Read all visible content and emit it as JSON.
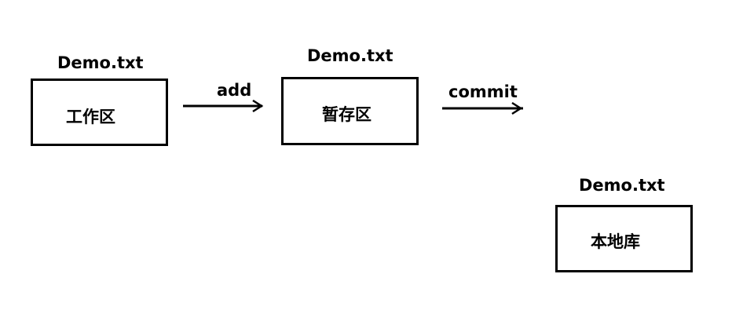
{
  "nodes": [
    {
      "file_label": "Demo.txt",
      "area_label": "工作区"
    },
    {
      "file_label": "Demo.txt",
      "area_label": "暂存区"
    },
    {
      "file_label": "Demo.txt",
      "area_label": "本地库"
    }
  ],
  "edges": [
    {
      "label": "add"
    },
    {
      "label": "commit"
    }
  ],
  "colors": {
    "stroke": "#000000",
    "background": "#ffffff"
  }
}
